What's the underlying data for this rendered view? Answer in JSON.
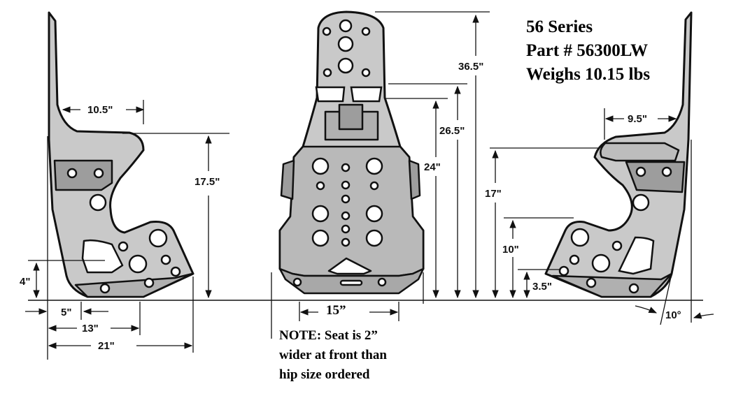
{
  "title": {
    "series": "56 Series",
    "part": "Part # 56300LW",
    "weight": "Weighs 10.15 lbs"
  },
  "note": {
    "line1": "NOTE:  Seat is 2”",
    "line2": "wider at front than",
    "line3": "hip size ordered"
  },
  "left_view": {
    "top_width": "10.5\"",
    "height": "17.5\"",
    "front_height": "4\"",
    "setback": "5\"",
    "depth_mid": "13\"",
    "depth_total": "21\""
  },
  "front_view": {
    "width": "15”",
    "height_total": "36.5\"",
    "height_upper": "26.5\"",
    "height_shoulder": "24\""
  },
  "right_view": {
    "top_width": "9.5\"",
    "height_17": "17\"",
    "height_10": "10\"",
    "height_35": "3.5\"",
    "angle": "10°"
  }
}
